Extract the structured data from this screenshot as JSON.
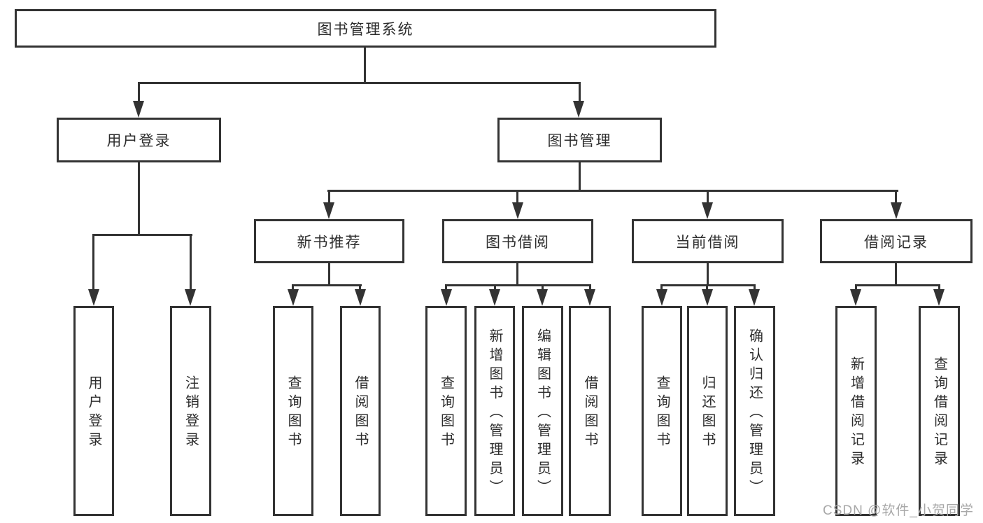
{
  "diagram": {
    "root": "图书管理系统",
    "level2": [
      "用户登录",
      "图书管理"
    ],
    "level3": [
      "新书推荐",
      "图书借阅",
      "当前借阅",
      "借阅记录"
    ],
    "leaves": {
      "login": [
        "用户登录",
        "注销登录"
      ],
      "new_books": [
        "查询图书",
        "借阅图书"
      ],
      "book_borrow": [
        "查询图书",
        "新增图书（管理员）",
        "编辑图书（管理员）",
        "借阅图书"
      ],
      "current_borrow": [
        "查询图书",
        "归还图书",
        "确认归还（管理员）"
      ],
      "borrow_records": [
        "新增借阅记录",
        "查询借阅记录"
      ]
    },
    "colors": {
      "line": "#333333",
      "box_border": "#333333",
      "text": "#2d2d2d",
      "background": "#ffffff",
      "watermark": "#a8a8a8"
    }
  },
  "watermark": "CSDN @软件_小贺同学"
}
